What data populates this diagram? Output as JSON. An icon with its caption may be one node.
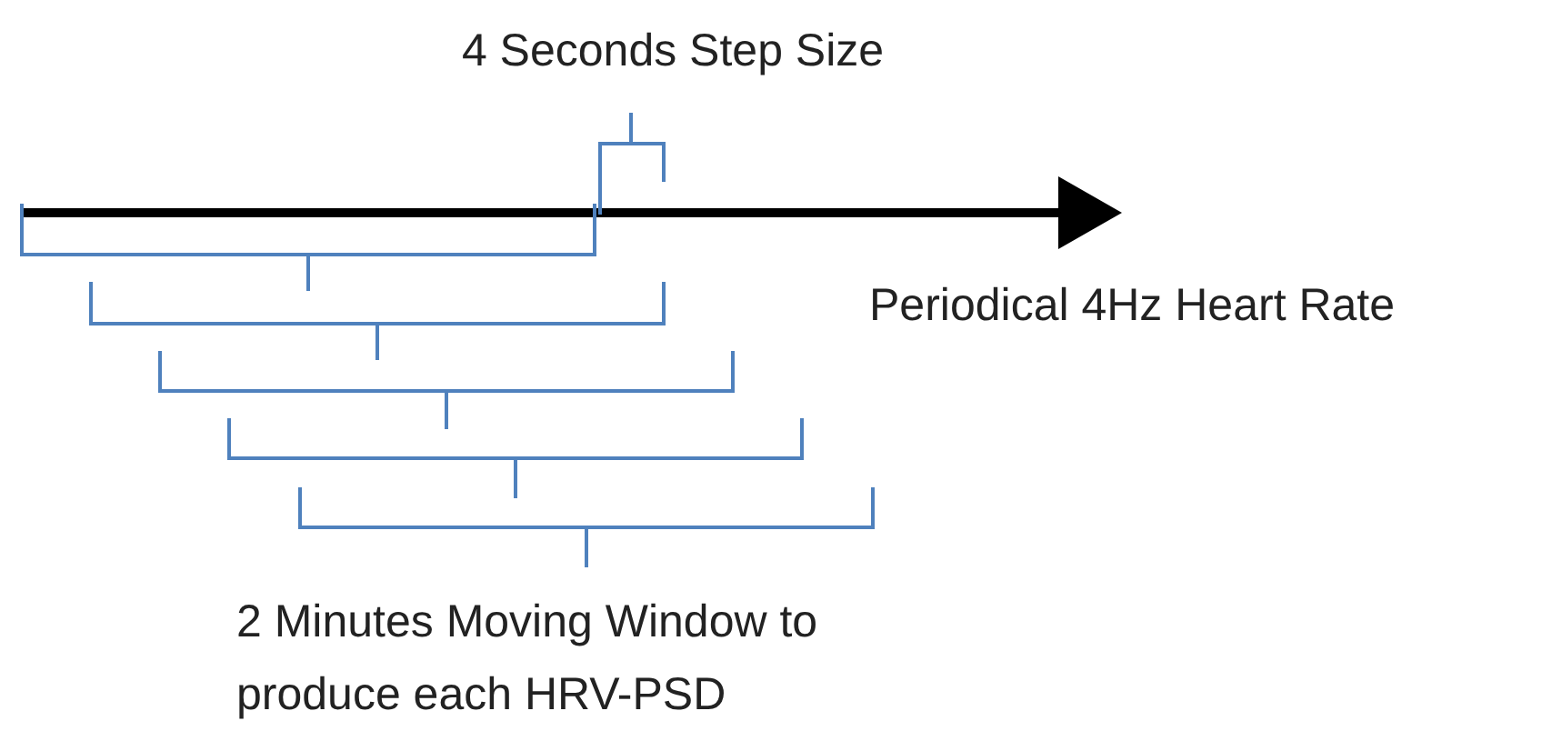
{
  "diagram": {
    "labels": [
      "4 Seconds Step Size",
      "Periodical 4Hz Heart Rate",
      "2 Minutes Moving Window to produce each HRV-PSD"
    ]
  }
}
